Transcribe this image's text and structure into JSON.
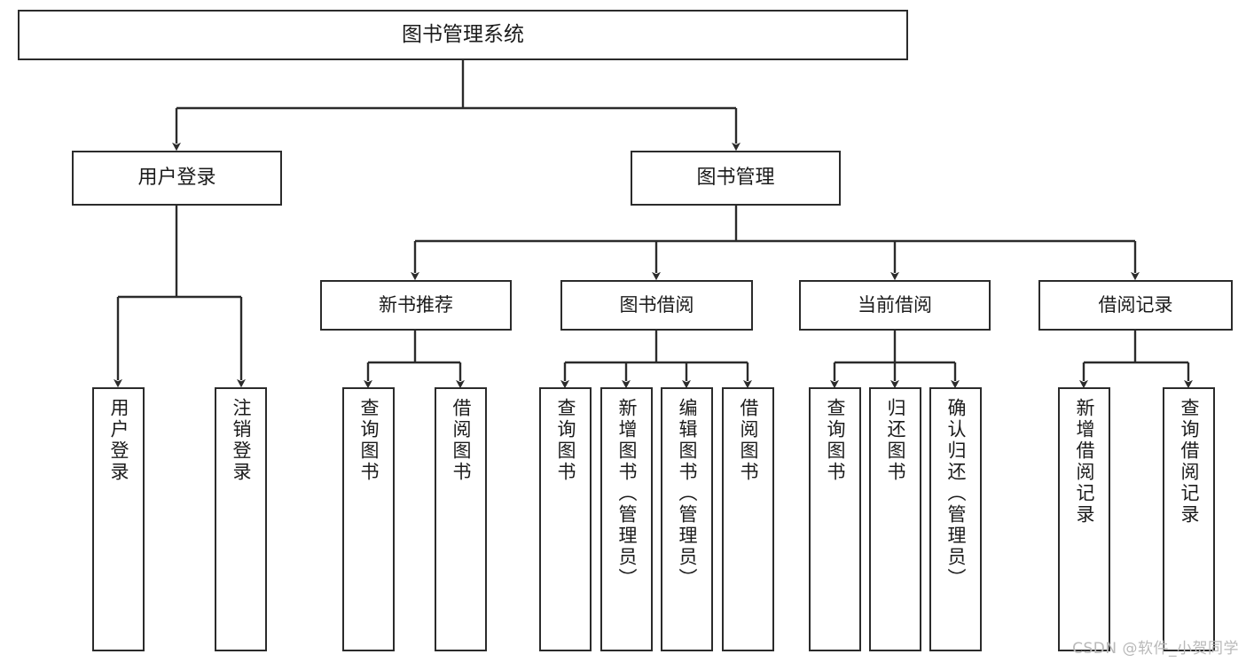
{
  "diagram": {
    "title": "图书管理系统",
    "type": "tree",
    "watermark": "CSDN @软件_小贺同学",
    "colors": {
      "box_border": "#2b2b2b",
      "box_fill": "#ffffff",
      "edge": "#2b2b2b",
      "text": "#1b1b1b",
      "watermark": "#b9b9b9",
      "background": "#ffffff"
    },
    "nodes": {
      "root": {
        "label": "图书管理系统"
      },
      "level1": [
        {
          "id": "user-login",
          "label": "用户登录"
        },
        {
          "id": "book-manage",
          "label": "图书管理"
        }
      ],
      "level2": [
        {
          "id": "new-book-recommend",
          "label": "新书推荐"
        },
        {
          "id": "book-borrow",
          "label": "图书借阅"
        },
        {
          "id": "current-borrow",
          "label": "当前借阅"
        },
        {
          "id": "borrow-record",
          "label": "借阅记录"
        }
      ],
      "leaves": {
        "user_login": [
          {
            "id": "leaf-user-login",
            "label": "用户登录"
          },
          {
            "id": "leaf-logout",
            "label": "注销登录"
          }
        ],
        "new_book_recommend": [
          {
            "id": "leaf-query-book-1",
            "label": "查询图书"
          },
          {
            "id": "leaf-borrow-book-1",
            "label": "借阅图书"
          }
        ],
        "book_borrow": [
          {
            "id": "leaf-query-book-2",
            "label": "查询图书"
          },
          {
            "id": "leaf-add-book",
            "label": "新增图书（管理员）"
          },
          {
            "id": "leaf-edit-book",
            "label": "编辑图书（管理员）"
          },
          {
            "id": "leaf-borrow-book-2",
            "label": "借阅图书"
          }
        ],
        "current_borrow": [
          {
            "id": "leaf-query-book-3",
            "label": "查询图书"
          },
          {
            "id": "leaf-return-book",
            "label": "归还图书"
          },
          {
            "id": "leaf-confirm-return",
            "label": "确认归还（管理员）"
          }
        ],
        "borrow_record": [
          {
            "id": "leaf-add-record",
            "label": "新增借阅记录"
          },
          {
            "id": "leaf-query-record",
            "label": "查询借阅记录"
          }
        ]
      }
    }
  }
}
